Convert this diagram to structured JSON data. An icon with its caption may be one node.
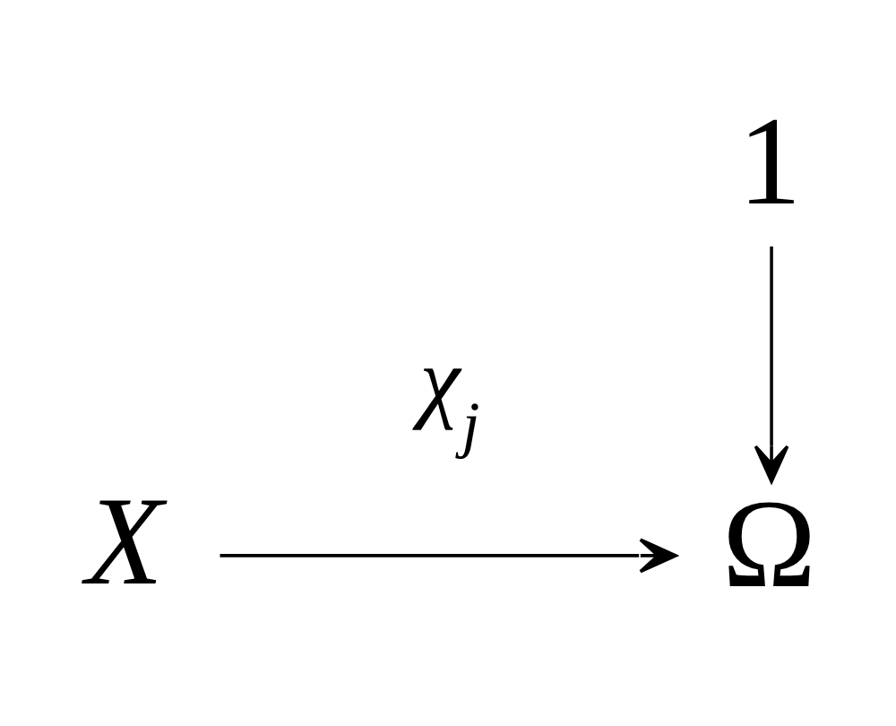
{
  "diagram": {
    "nodes": [
      {
        "text": [
          "1"
        ]
      },
      {
        "text": [
          "X"
        ]
      },
      {
        "text": [
          "Ω"
        ]
      }
    ],
    "edges": [
      {
        "from": 0,
        "to": 2,
        "arrow": "to"
      },
      {
        "from": 1,
        "to": 2,
        "arrow": "to",
        "label": "χ$_{j}$"
      }
    ]
  }
}
